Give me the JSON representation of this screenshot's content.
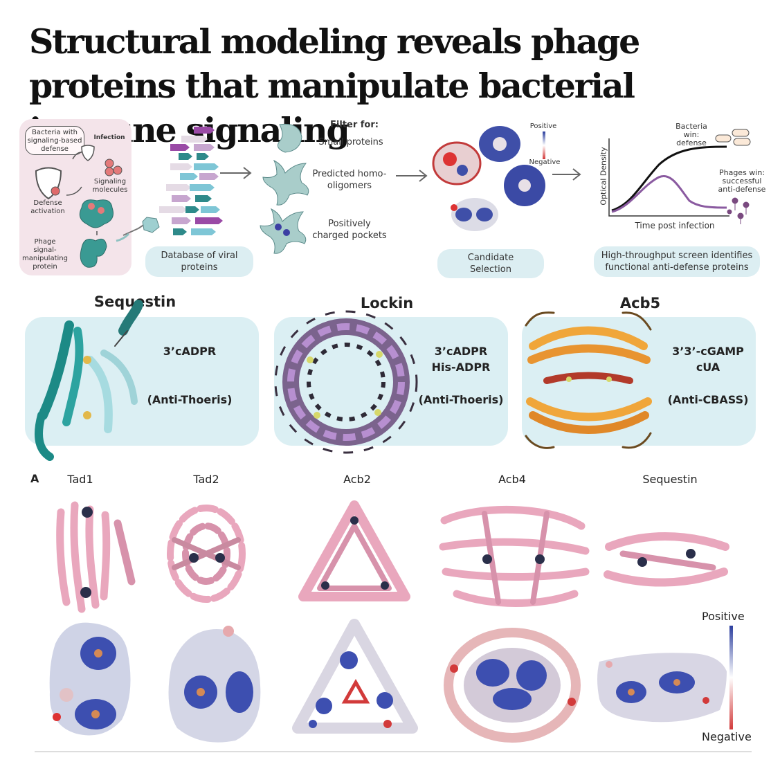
{
  "title": "Structural modeling reveals phage proteins that manipulate bacterial immune signaling",
  "workflow": {
    "cell_panel": {
      "bacteria_label": "Bacteria with signaling-based defense",
      "infection_label": "Infection",
      "signaling_label": "Signaling molecules",
      "defense_label": "Defense activation",
      "phage_label": "Phage signal-manipulating protein"
    },
    "database_label": "Database of viral proteins",
    "filter": {
      "heading": "Filter for:",
      "items": [
        "Small proteins",
        "Predicted homo-oligomers",
        "Positively charged pockets"
      ]
    },
    "candidate_label": "Candidate Selection",
    "charge_legend": {
      "positive": "Positive",
      "negative": "Negative"
    },
    "plot": {
      "ylabel": "Optical Density",
      "xlabel": "Time post infection",
      "bacteria_win": "Bacteria win: defense",
      "phages_win": "Phages win: successful anti-defense"
    },
    "screen_label": "High-throughput screen identifies functional anti-defense proteins"
  },
  "proteins": [
    {
      "name": "Sequestin",
      "ligands": [
        "3’cADPR"
      ],
      "system": "(Anti-Thoeris)"
    },
    {
      "name": "Lockin",
      "ligands": [
        "3’cADPR",
        "His-ADPR"
      ],
      "system": "(Anti-Thoeris)"
    },
    {
      "name": "Acb5",
      "ligands": [
        "3’3’-cGAMP",
        "cUA"
      ],
      "system": "(Anti-CBASS)"
    }
  ],
  "structures": {
    "panel_letter": "A",
    "labels": [
      "Tad1",
      "Tad2",
      "Acb2",
      "Acb4",
      "Sequestin"
    ],
    "legend": {
      "positive": "Positive",
      "negative": "Negative"
    }
  },
  "colors": {
    "teal": "#2e9a9a",
    "purple": "#9a4aa6",
    "pink": "#e9b4c8",
    "box": "#dbeff3",
    "blue": "#2c3f9e",
    "red": "#d23a3a"
  }
}
